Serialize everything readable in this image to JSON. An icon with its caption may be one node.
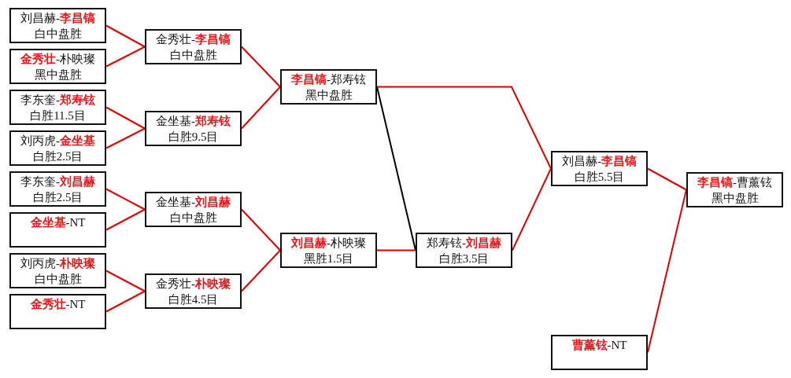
{
  "diagram": {
    "nodes": [
      {
        "text": [
          "刘昌赫-**李昌镐**",
          "白中盘胜"
        ]
      },
      {
        "text": [
          "**金秀壮**-朴映璨",
          "黑中盘胜"
        ]
      },
      {
        "text": [
          "李东奎-**郑寿铉**",
          "白胜11.5目"
        ]
      },
      {
        "text": [
          "刘丙虎-**金坐基**",
          "白胜2.5目"
        ]
      },
      {
        "text": [
          "李东奎-**刘昌赫**",
          "白胜2.5目"
        ]
      },
      {
        "text": [
          "**金坐基**-NT"
        ]
      },
      {
        "text": [
          "刘丙虎-**朴映璨**",
          "白中盘胜"
        ]
      },
      {
        "text": [
          "**金秀壮**-NT"
        ]
      },
      {
        "text": [
          "金秀壮-**李昌镐**",
          "白中盘胜"
        ]
      },
      {
        "text": [
          "金坐基-**郑寿铉**",
          "白胜9.5目"
        ]
      },
      {
        "text": [
          "金坐基-**刘昌赫**",
          "白中盘胜"
        ]
      },
      {
        "text": [
          "金秀壮-**朴映璨**",
          "白胜4.5目"
        ]
      },
      {
        "text": [
          "**李昌镐**-郑寿铉",
          "黑中盘胜"
        ]
      },
      {
        "text": [
          "**刘昌赫**-朴映璨",
          "黑胜1.5目"
        ]
      },
      {
        "text": [
          "郑寿铉-**刘昌赫**",
          "白胜3.5目"
        ]
      },
      {
        "text": [
          "刘昌赫-**李昌镐**",
          "白胜5.5目"
        ]
      },
      {
        "text": [
          "**曹薰铉**-NT"
        ]
      },
      {
        "text": [
          "**李昌镐**-曹薰铉",
          "黑中盘胜"
        ]
      }
    ],
    "edges": [
      {
        "from": 0,
        "to": 8,
        "arrow": "none"
      },
      {
        "from": 1,
        "to": 8,
        "arrow": "none"
      },
      {
        "from": 2,
        "to": 9,
        "arrow": "none"
      },
      {
        "from": 3,
        "to": 9,
        "arrow": "none"
      },
      {
        "from": 4,
        "to": 10,
        "arrow": "none"
      },
      {
        "from": 5,
        "to": 10,
        "arrow": "none"
      },
      {
        "from": 6,
        "to": 11,
        "arrow": "none"
      },
      {
        "from": 7,
        "to": 11,
        "arrow": "none"
      },
      {
        "from": 8,
        "to": 12,
        "arrow": "none"
      },
      {
        "from": 9,
        "to": 12,
        "arrow": "none"
      },
      {
        "from": 10,
        "to": 13,
        "arrow": "none"
      },
      {
        "from": 11,
        "to": 13,
        "arrow": "none"
      },
      {
        "from": 12,
        "to": 15,
        "arrow": "none"
      },
      {
        "from": 12,
        "to": 14,
        "arrow": "none",
        "color": "#000000"
      },
      {
        "from": 13,
        "to": 14,
        "arrow": "none"
      },
      {
        "from": 14,
        "to": 15,
        "arrow": "none"
      },
      {
        "from": 15,
        "to": 17,
        "arrow": "none"
      },
      {
        "from": 16,
        "to": 17,
        "arrow": "none"
      }
    ]
  }
}
